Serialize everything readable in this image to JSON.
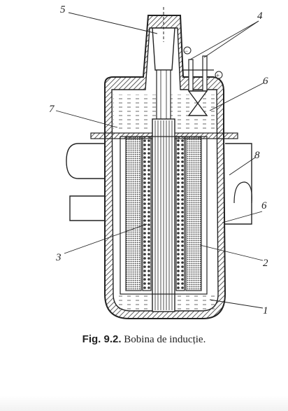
{
  "figure": {
    "labels": [
      "1",
      "2",
      "3",
      "4",
      "5",
      "6",
      "6",
      "7",
      "8"
    ],
    "polarity": {
      "minus": "−",
      "plus": "+"
    }
  },
  "caption": {
    "number": "Fig. 9.2.",
    "text": "Bobina de inducție."
  }
}
